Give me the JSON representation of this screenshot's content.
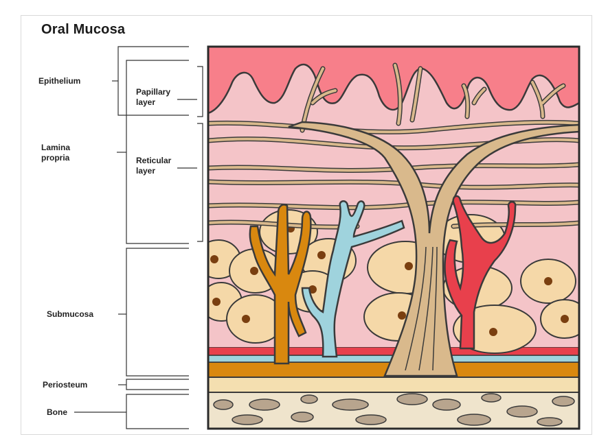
{
  "title": "Oral Mucosa",
  "labels": {
    "epithelium": "Epithelium",
    "lamina_propria_line1": "Lamina",
    "lamina_propria_line2": "propria",
    "papillary_line1": "Papillary",
    "papillary_line2": "layer",
    "reticular_line1": "Reticular",
    "reticular_line2": "layer",
    "submucosa": "Submucosa",
    "periosteum": "Periosteum",
    "bone": "Bone"
  },
  "colors": {
    "epithelium": "#f77f8a",
    "lamina_propria": "#f4c4c8",
    "fibers": "#d9b98c",
    "fat_cells": "#f5d8a8",
    "nucleus": "#7a3f10",
    "artery": "#e8404c",
    "vein": "#9fd3dd",
    "nerve": "#d9880f",
    "periosteum": "#f4dfb0",
    "bone": "#efe4cc",
    "bone_spots": "#b8a58e",
    "outline": "#3a3a3a"
  }
}
